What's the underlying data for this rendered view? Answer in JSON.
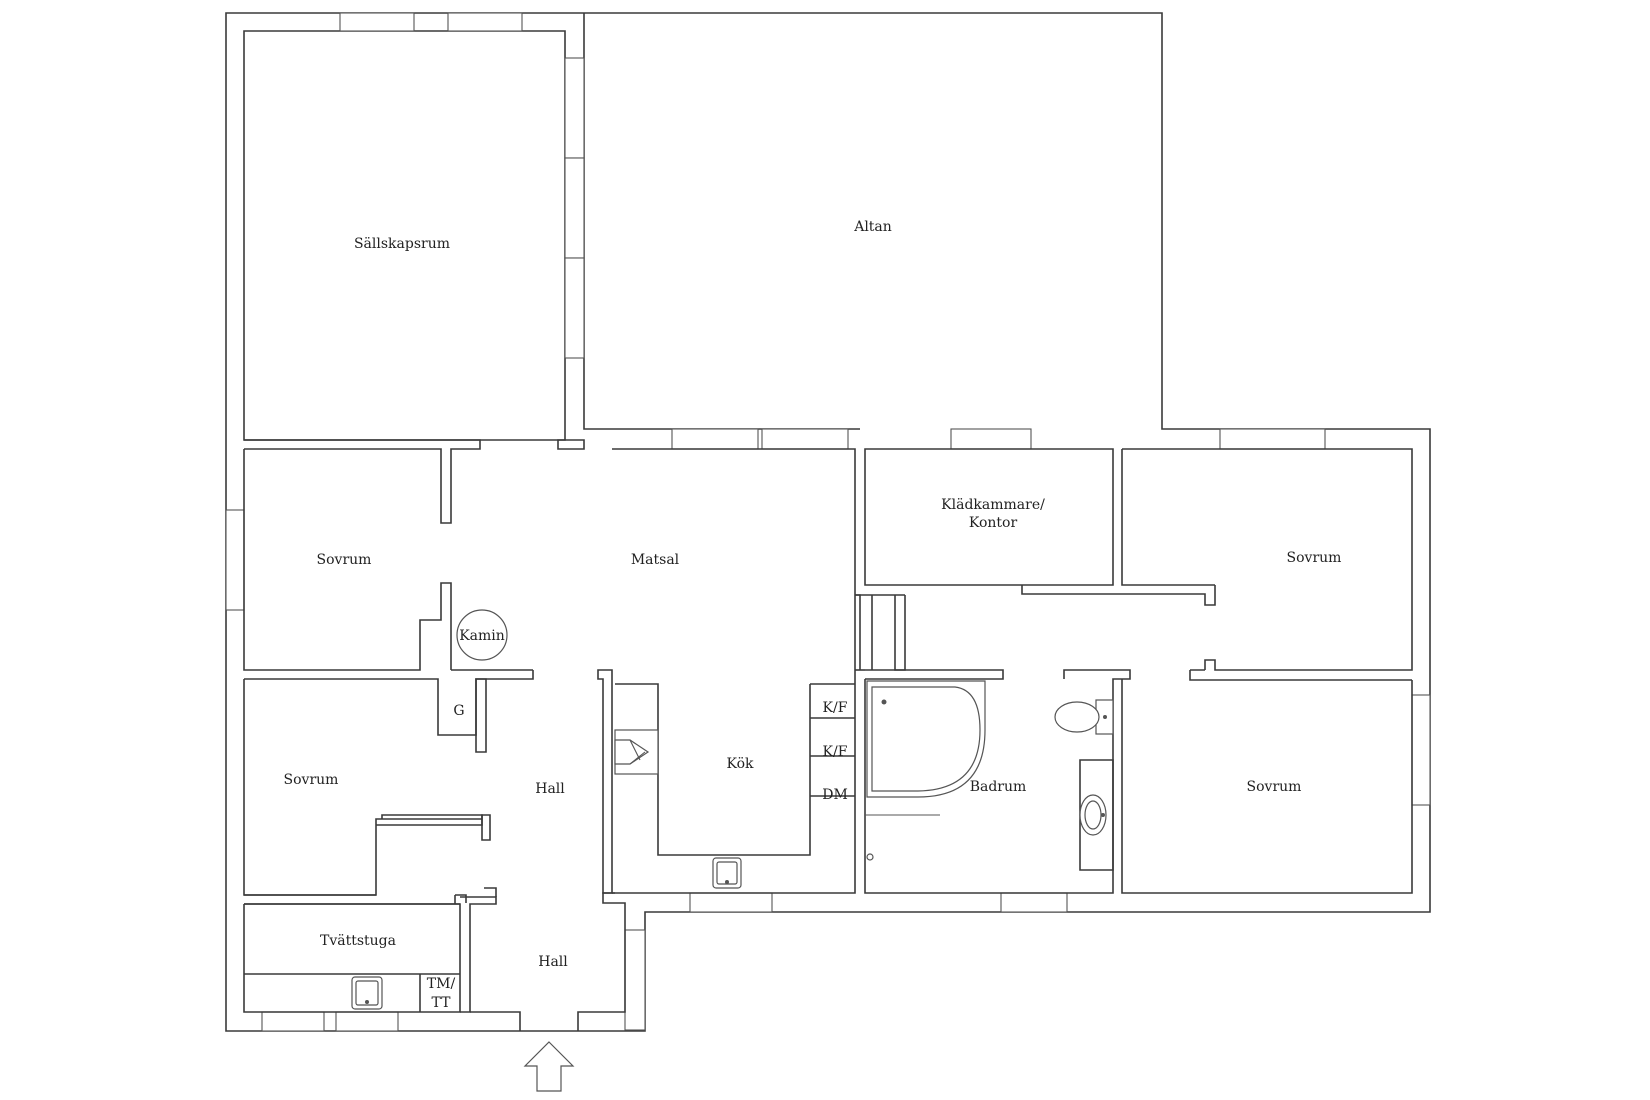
{
  "rooms": {
    "sallskapsrum": "Sällskapsrum",
    "altan": "Altan",
    "sovrum_nw": "Sovrum",
    "matsal": "Matsal",
    "kladkammare_1": "Klädkammare/",
    "kladkammare_2": "Kontor",
    "sovrum_ne": "Sovrum",
    "kamin": "Kamin",
    "g": "G",
    "sovrum_w": "Sovrum",
    "hall_upper": "Hall",
    "kok": "Kök",
    "kf_1": "K/F",
    "kf_2": "K/F",
    "dm": "DM",
    "badrum": "Badrum",
    "sovrum_se": "Sovrum",
    "tvattstuga": "Tvättstuga",
    "tm_1": "TM/",
    "tm_2": "TT",
    "hall_lower": "Hall"
  },
  "icons": {
    "entrance": "arrow-up-icon",
    "sink": "sink-icon",
    "bathtub": "corner-bathtub-icon",
    "toilet": "toilet-icon",
    "fireplace": "fireplace-icon",
    "stove": "stove-hood-icon"
  }
}
